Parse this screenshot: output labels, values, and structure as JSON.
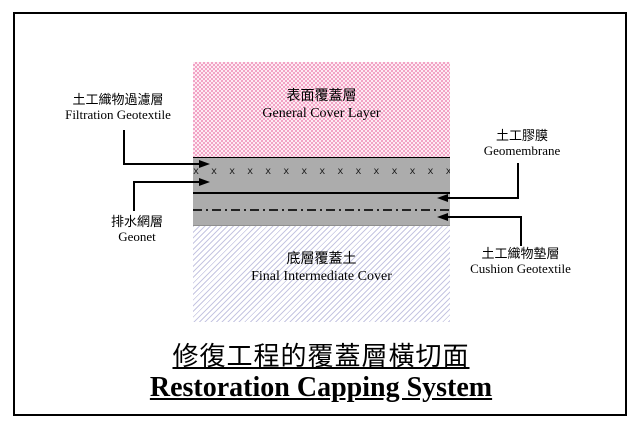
{
  "diagram": {
    "layers": {
      "top": {
        "zh": "表面覆蓋層",
        "en": "General Cover Layer",
        "fill": "#F2A3C5"
      },
      "middle": {
        "fill": "#ACACAC",
        "marks": "x x x x x x x x x x x x x x x x x x x x x x x x x x"
      },
      "bottom": {
        "zh": "底層覆蓋土",
        "en": "Final Intermediate Cover",
        "hatch": "#C6C6E2"
      }
    },
    "callouts": {
      "filtration": {
        "zh": "土工織物過濾層",
        "en": "Filtration Geotextile"
      },
      "geonet": {
        "zh": "排水網層",
        "en": "Geonet"
      },
      "geomembrane": {
        "zh": "土工膠膜",
        "en": "Geomembrane"
      },
      "cushion": {
        "zh": "土工織物墊層",
        "en": "Cushion Geotextile"
      }
    }
  },
  "title": {
    "zh": "修復工程的覆蓋層橫切面",
    "en": "Restoration Capping System"
  }
}
